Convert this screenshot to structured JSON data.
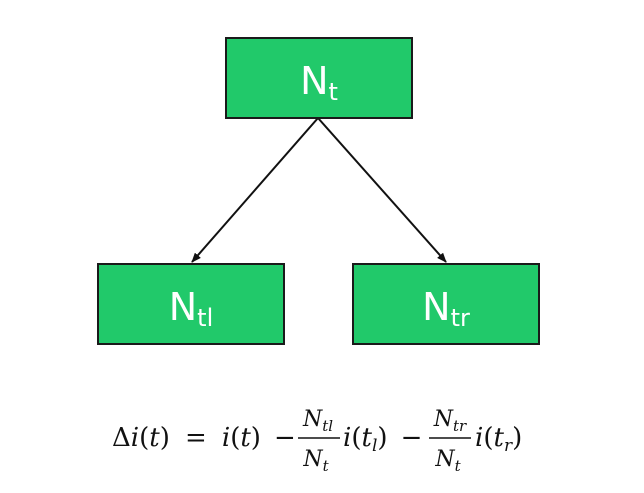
{
  "nodes": {
    "root": {
      "main": "N",
      "sub": "t"
    },
    "left": {
      "main": "N",
      "sub": "tl"
    },
    "right": {
      "main": "N",
      "sub": "tr"
    }
  },
  "colors": {
    "node_fill": "#21c96a",
    "node_stroke": "#1a1a1a",
    "node_text": "#ffffff",
    "edge": "#111111"
  },
  "formula": {
    "delta": "Δ",
    "i": "i",
    "open": "(",
    "t": "t",
    "close": ")",
    "equals": "=",
    "minus": "−",
    "N": "N",
    "sub_tl": "tl",
    "sub_t": "t",
    "sub_tr": "tr",
    "sub_l": "l",
    "sub_r": "r"
  }
}
